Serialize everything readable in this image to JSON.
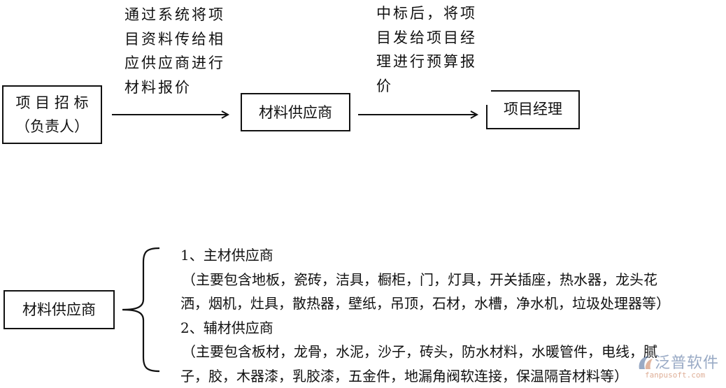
{
  "flow": {
    "node_bidding": {
      "line1": "项 目 招 标",
      "line2": "（负责人）"
    },
    "note_1": [
      "通过系统将项",
      "目资料传给相",
      "应供应商进行",
      "材料报价"
    ],
    "node_supplier": {
      "label": "材料供应商"
    },
    "note_2": [
      "中标后，将项",
      "目发给项目经",
      "理进行预算报",
      "价"
    ],
    "node_manager": {
      "label": "项目经理"
    }
  },
  "classification": {
    "root": {
      "label": "材料供应商"
    },
    "items": [
      {
        "title": "1、主材供应商",
        "lines": [
          "（主要包含地板，瓷砖，洁具，橱柜，门，灯具，开关插座，热水器，龙头花",
          "洒，烟机，灶具，散热器，壁纸，吊顶，石材，水槽，净水机，垃圾处理器等）"
        ]
      },
      {
        "title": "2、辅材供应商",
        "lines": [
          "（主要包含板材，龙骨，水泥，沙子，砖头，防水材料，水暖管件，电线，腻",
          "子，胶，木器漆，乳胶漆，五金件，地漏角阀软连接，保温隔音材料等）"
        ]
      }
    ]
  },
  "watermark": {
    "brand": "泛普软件",
    "url": "fanpusoft.com"
  },
  "colors": {
    "line": "#111111",
    "watermark_blue": "#4664a0",
    "watermark_orange": "#c87850"
  }
}
